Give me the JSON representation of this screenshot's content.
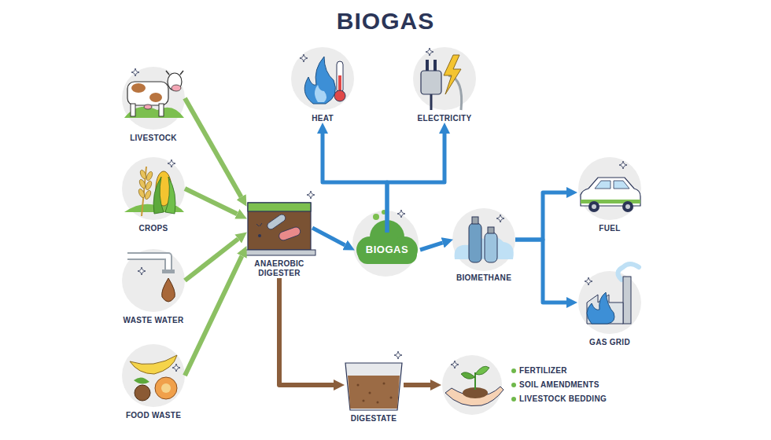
{
  "diagram": {
    "title": "BIOGAS",
    "nodes": [
      {
        "text": [
          "LIVESTOCK"
        ]
      },
      {
        "text": [
          "CROPS"
        ]
      },
      {
        "text": [
          "WASTE WATER"
        ]
      },
      {
        "text": [
          "FOOD WASTE"
        ]
      },
      {
        "text": [
          "ANAEROBIC DIGESTER"
        ]
      },
      {
        "text": [
          "HEAT"
        ]
      },
      {
        "text": [
          "ELECTRICITY"
        ]
      },
      {
        "text": [
          "BIOGAS"
        ]
      },
      {
        "text": [
          "BIOMETHANE"
        ]
      },
      {
        "text": [
          "FUEL"
        ]
      },
      {
        "text": [
          "GAS GRID"
        ]
      },
      {
        "text": [
          "DIGESTATE"
        ]
      },
      {
        "text": [
          "FERTILIZER",
          "SOIL AMENDMENTS",
          "LIVESTOCK BEDDING"
        ]
      }
    ],
    "edges": [
      {
        "from": 0,
        "to": 4,
        "arrow": "to"
      },
      {
        "from": 1,
        "to": 4,
        "arrow": "to"
      },
      {
        "from": 2,
        "to": 4,
        "arrow": "to"
      },
      {
        "from": 3,
        "to": 4,
        "arrow": "to"
      },
      {
        "from": 4,
        "to": 7,
        "arrow": "to"
      },
      {
        "from": 7,
        "to": 5,
        "arrow": "to"
      },
      {
        "from": 7,
        "to": 6,
        "arrow": "to"
      },
      {
        "from": 7,
        "to": 8,
        "arrow": "to"
      },
      {
        "from": 8,
        "to": 9,
        "arrow": "to"
      },
      {
        "from": 8,
        "to": 10,
        "arrow": "to"
      },
      {
        "from": 4,
        "to": 11,
        "arrow": "to"
      },
      {
        "from": 11,
        "to": 12,
        "arrow": "to"
      }
    ]
  }
}
